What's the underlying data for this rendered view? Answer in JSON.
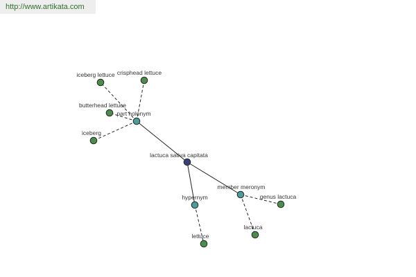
{
  "banner": {
    "url_text": "http://www.artikata.com"
  },
  "colors": {
    "background": "#ffffff",
    "banner_bg": "#eeeeee",
    "banner_text": "#2f6f2f",
    "edge": "#222222",
    "node_stroke": "#1e2e1e",
    "leaf_node": "#4f8a4f",
    "relation_node": "#4f9a9a",
    "root_node": "#3e3e7e",
    "label": "#333333"
  },
  "graph": {
    "nodes": [
      {
        "id": "root",
        "label": "lactuca sativa capitata",
        "kind": "root"
      },
      {
        "id": "part-holonym",
        "label": "part holonym",
        "kind": "relation"
      },
      {
        "id": "member-meronym",
        "label": "member meronym",
        "kind": "relation"
      },
      {
        "id": "hypernym",
        "label": "hypernym",
        "kind": "relation"
      },
      {
        "id": "iceberg-lettuce",
        "label": "iceberg lettuce",
        "kind": "leaf"
      },
      {
        "id": "crisphead-lettuce",
        "label": "crisphead lettuce",
        "kind": "leaf"
      },
      {
        "id": "butterhead-lettuce",
        "label": "butterhead lettuce",
        "kind": "leaf"
      },
      {
        "id": "iceberg",
        "label": "iceberg",
        "kind": "leaf"
      },
      {
        "id": "genus-lactuca",
        "label": "genus lactuca",
        "kind": "leaf"
      },
      {
        "id": "lactuca",
        "label": "lactuca",
        "kind": "leaf"
      },
      {
        "id": "lettuce",
        "label": "lettuce",
        "kind": "leaf"
      }
    ],
    "edges": [
      {
        "from": "root",
        "to": "part-holonym",
        "style": "solid"
      },
      {
        "from": "root",
        "to": "member-meronym",
        "style": "solid"
      },
      {
        "from": "root",
        "to": "hypernym",
        "style": "solid"
      },
      {
        "from": "part-holonym",
        "to": "iceberg-lettuce",
        "style": "dashed"
      },
      {
        "from": "part-holonym",
        "to": "crisphead-lettuce",
        "style": "dashed"
      },
      {
        "from": "part-holonym",
        "to": "butterhead-lettuce",
        "style": "dashed"
      },
      {
        "from": "part-holonym",
        "to": "iceberg",
        "style": "dashed"
      },
      {
        "from": "member-meronym",
        "to": "genus-lactuca",
        "style": "dashed"
      },
      {
        "from": "member-meronym",
        "to": "lactuca",
        "style": "dashed"
      },
      {
        "from": "hypernym",
        "to": "lettuce",
        "style": "dashed"
      }
    ]
  }
}
